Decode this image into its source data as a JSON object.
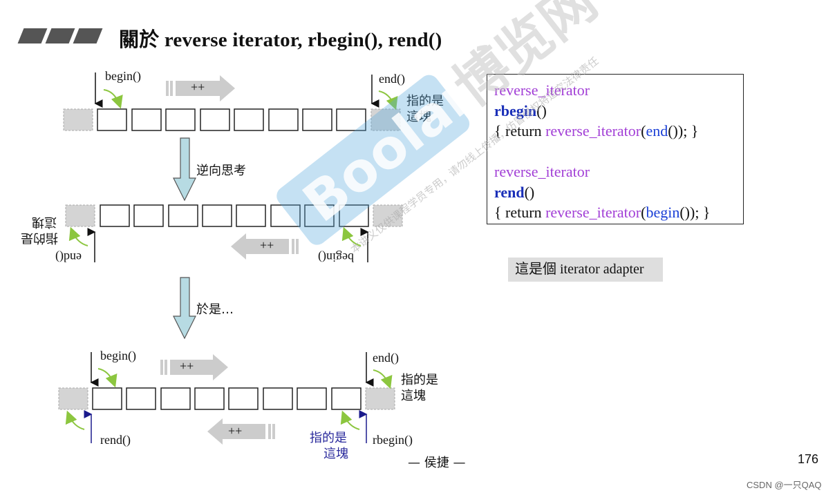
{
  "title": "關於 reverse iterator, rbegin(), rend()",
  "labels": {
    "begin": "begin()",
    "end": "end()",
    "rbegin": "rbegin()",
    "rend": "rend()",
    "plusplus": "++",
    "points_to_1": "指的是",
    "points_to_2": "這塊",
    "reverse_thinking": "逆向思考",
    "therefore": "於是…"
  },
  "code": {
    "line1": "reverse_iterator",
    "line2_kw": "rbegin",
    "line2_rest": "()",
    "line3_a": "{ return ",
    "line3_b": "reverse_iterator",
    "line3_c": "(",
    "line3_d": "end",
    "line3_e": "()); }",
    "line5": "reverse_iterator",
    "line6_kw": "rend",
    "line6_rest": "()",
    "line7_a": "{ return ",
    "line7_b": "reverse_iterator",
    "line7_c": "(",
    "line7_d": "begin",
    "line7_e": "()); }"
  },
  "adapter_note": "這是個 iterator adapter",
  "author": "— 侯捷 —",
  "page_number": "176",
  "watermark": {
    "brand": "Boolan",
    "cn": "博览网",
    "notice": "本讲义仅供课程学员专用，请勿线上传播，仿冒侵权将追究法律责任"
  },
  "csdn": "CSDN @一只QAQ",
  "colors": {
    "purple": "#a23fd6",
    "blue": "#1a3fd6",
    "arrow_fill": "#b7dbe3",
    "green_arrow": "#8cc63f"
  }
}
